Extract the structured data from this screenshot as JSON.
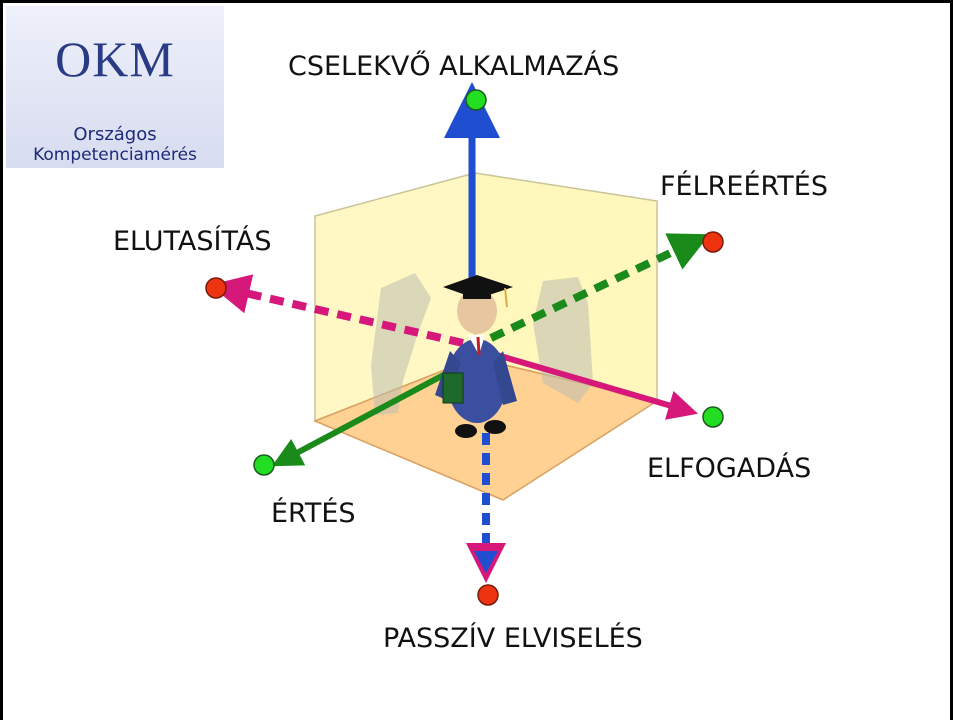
{
  "logo": {
    "mark": "OKM",
    "line1": "Országos",
    "line2": "Kompetenciamérés"
  },
  "axes": {
    "up": "CSELEKVŐ ALKALMAZÁS",
    "down": "PASSZÍV ELVISELÉS",
    "left_up": "ELUTASÍTÁS",
    "right_down": "ELFOGADÁS",
    "right_up": "FÉLREÉRTÉS",
    "left_down": "ÉRTÉS"
  },
  "colors": {
    "positive_endpoint": "#22dd22",
    "negative_endpoint": "#ee3311",
    "vertical_axis": "#1f4fd0",
    "acceptance_axis": "#d6187a",
    "understanding_axis": "#1a8a1a",
    "cube_face": "#fff4a0",
    "cube_floor": "#ffc070"
  }
}
